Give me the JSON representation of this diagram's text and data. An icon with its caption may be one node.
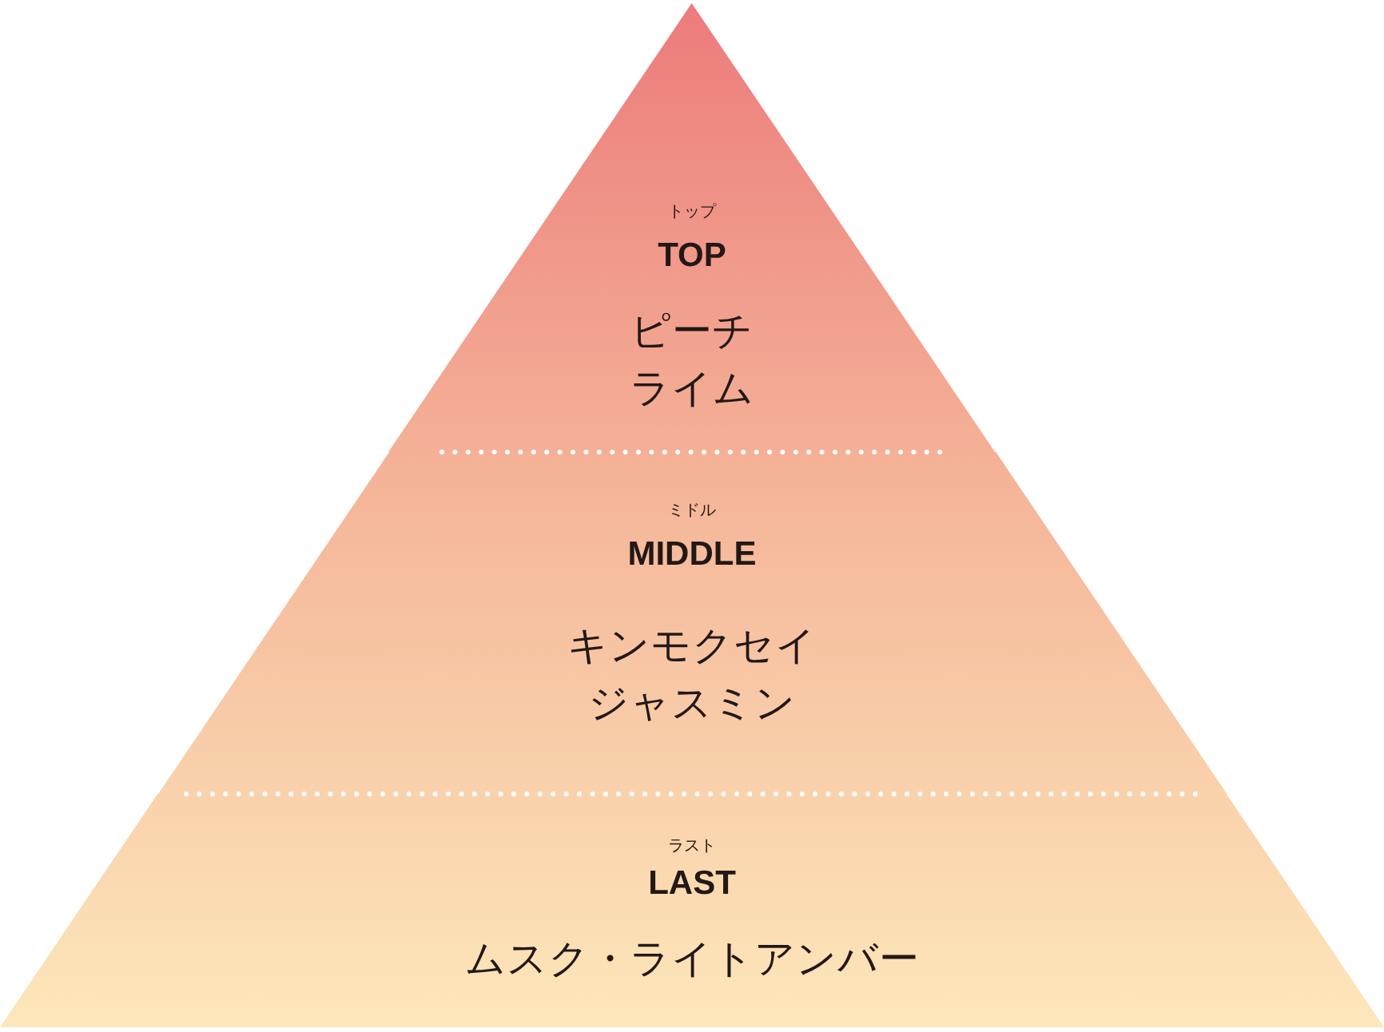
{
  "diagram": {
    "nodes": [
      {
        "text": [
          "トップ",
          "TOP",
          "ピーチ",
          "ライム"
        ]
      },
      {
        "text": [
          "ミドル",
          "MIDDLE",
          "キンモクセイ",
          "ジャスミン"
        ]
      },
      {
        "text": [
          "ラスト",
          "LAST",
          "ムスク・ライトアンバー"
        ]
      }
    ]
  }
}
